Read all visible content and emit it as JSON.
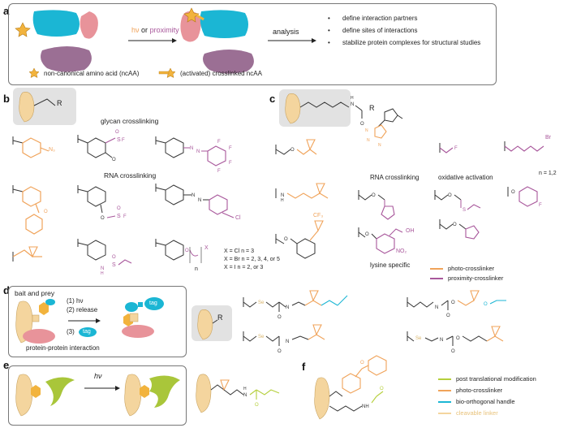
{
  "panels": {
    "a": {
      "letter": "a",
      "hv_label": "hν",
      "or_label": "or",
      "proximity_label": "proximity",
      "analysis_label": "analysis",
      "bullets": [
        "define interaction partners",
        "define sites of interactions",
        "stabilize protein complexes for structural studies"
      ],
      "legend_ncaa": "non-canonical amino acid (ncAA)",
      "legend_crosslinked": "(activated) crosslinked ncAA"
    },
    "b": {
      "letter": "b",
      "r_label": "R",
      "glycan": "glycan crosslinking",
      "rna": "RNA crosslinking",
      "n3": "N₃",
      "x_cl": "X = Cl  n = 3",
      "x_br": "X = Br n = 2, 3, 4, or 5",
      "x_i": "X = I  n = 2, or 3",
      "n_label": "n",
      "x_label": "X"
    },
    "c": {
      "letter": "c",
      "r_label": "R",
      "rna": "RNA crosslinking",
      "oxidative": "oxidative activation",
      "lysine": "lysine specific",
      "n_range": "n = 1,2",
      "br": "Br",
      "f": "F",
      "cf3": "CF₃",
      "oh": "OH",
      "no2": "NO₂",
      "legend": [
        {
          "label": "photo-crosslinker",
          "color": "#f0a35a"
        },
        {
          "label": "proximity-crosslinker",
          "color": "#a8579b"
        }
      ]
    },
    "d": {
      "letter": "d",
      "title": "bait and prey",
      "steps": [
        "(1) hν",
        "(2) release",
        "(3)"
      ],
      "tag": "tag",
      "ppi": "protein-protein interaction",
      "r_label": "R",
      "se": "Se"
    },
    "e": {
      "letter": "e",
      "hv_label": "hν"
    },
    "f": {
      "letter": "f",
      "legend": [
        {
          "label": "post translational modification",
          "color": "#b5cf3c"
        },
        {
          "label": "photo-crosslinker",
          "color": "#f0a35a"
        },
        {
          "label": "bio-orthogonal handle",
          "color": "#1bb6d4"
        },
        {
          "label": "cleavable linker",
          "color": "#f4d59e"
        }
      ]
    }
  },
  "colors": {
    "protein_cyan": "#1bb6d4",
    "protein_pink": "#e8939a",
    "protein_purple": "#9b6f94",
    "protein_tan": "#f4d59e",
    "protein_green": "#a9c63a",
    "star_orange": "#f2b33d",
    "photo_orange": "#f0a35a",
    "proximity_purple": "#a8579b",
    "ptm_green": "#b5cf3c",
    "se_tan": "#d8b46a"
  }
}
